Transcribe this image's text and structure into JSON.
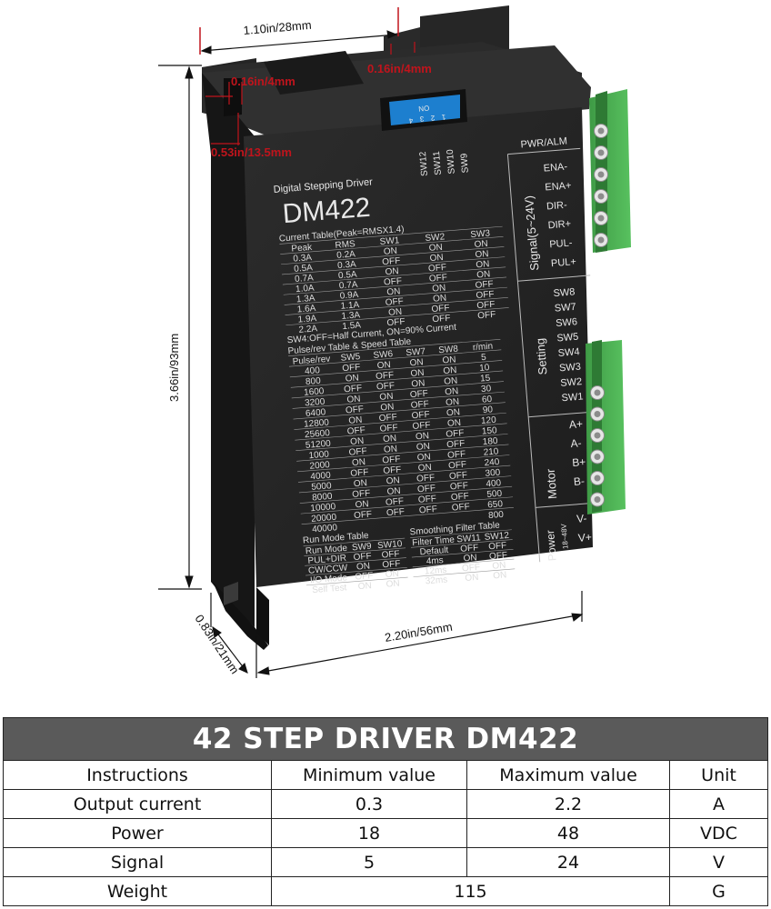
{
  "dimensions": {
    "width": "1.10in/28mm",
    "slot_top": "0.16in/4mm",
    "slot_left": "0.16in/4mm",
    "slot_depth": "0.53in/13.5mm",
    "height": "3.66in/93mm",
    "depth": "0.83in/21mm",
    "length": "2.20in/56mm"
  },
  "label": {
    "subtitle": "Digital Stepping Driver",
    "model": "DM422",
    "sw_top": [
      "SW12",
      "SW11",
      "SW10",
      "SW9"
    ],
    "current_table_title": "Current Table(Peak=RMSX1.4)",
    "current_headers": [
      "Peak",
      "RMS",
      "SW1",
      "SW2",
      "SW3"
    ],
    "current_rows": [
      [
        "0.3A",
        "0.2A",
        "ON",
        "ON",
        "ON"
      ],
      [
        "0.5A",
        "0.3A",
        "OFF",
        "ON",
        "ON"
      ],
      [
        "0.7A",
        "0.5A",
        "ON",
        "OFF",
        "ON"
      ],
      [
        "1.0A",
        "0.7A",
        "OFF",
        "OFF",
        "ON"
      ],
      [
        "1.3A",
        "0.9A",
        "ON",
        "ON",
        "OFF"
      ],
      [
        "1.6A",
        "1.1A",
        "OFF",
        "ON",
        "OFF"
      ],
      [
        "1.9A",
        "1.3A",
        "ON",
        "OFF",
        "OFF"
      ],
      [
        "2.2A",
        "1.5A",
        "OFF",
        "OFF",
        "OFF"
      ]
    ],
    "sw4_note": "SW4:OFF=Half Current, ON=90% Current",
    "pulse_table_title": "Pulse/rev Table & Speed Table",
    "pulse_headers": [
      "Pulse/rev",
      "SW5",
      "SW6",
      "SW7",
      "SW8",
      "r/min"
    ],
    "pulse_rows": [
      [
        "400",
        "OFF",
        "ON",
        "ON",
        "ON",
        "5"
      ],
      [
        "800",
        "ON",
        "OFF",
        "ON",
        "ON",
        "10"
      ],
      [
        "1600",
        "OFF",
        "OFF",
        "ON",
        "ON",
        "15"
      ],
      [
        "3200",
        "ON",
        "ON",
        "OFF",
        "ON",
        "30"
      ],
      [
        "6400",
        "OFF",
        "ON",
        "OFF",
        "ON",
        "60"
      ],
      [
        "12800",
        "ON",
        "OFF",
        "OFF",
        "ON",
        "90"
      ],
      [
        "25600",
        "OFF",
        "OFF",
        "OFF",
        "ON",
        "120"
      ],
      [
        "51200",
        "ON",
        "ON",
        "ON",
        "OFF",
        "150"
      ],
      [
        "1000",
        "OFF",
        "ON",
        "ON",
        "OFF",
        "180"
      ],
      [
        "2000",
        "ON",
        "OFF",
        "ON",
        "OFF",
        "210"
      ],
      [
        "4000",
        "OFF",
        "OFF",
        "ON",
        "OFF",
        "240"
      ],
      [
        "5000",
        "ON",
        "ON",
        "OFF",
        "OFF",
        "300"
      ],
      [
        "8000",
        "OFF",
        "ON",
        "OFF",
        "OFF",
        "400"
      ],
      [
        "10000",
        "ON",
        "OFF",
        "OFF",
        "OFF",
        "500"
      ],
      [
        "20000",
        "OFF",
        "OFF",
        "OFF",
        "OFF",
        "650"
      ],
      [
        "40000",
        "",
        "",
        "",
        "",
        "800"
      ]
    ],
    "run_title": "Run Mode Table",
    "run_headers": [
      "Run Mode",
      "SW9",
      "SW10"
    ],
    "run_rows": [
      [
        "PUL+DIR",
        "OFF",
        "OFF"
      ],
      [
        "CW/CCW",
        "ON",
        "OFF"
      ],
      [
        "I/O Mode",
        "OFF",
        "ON"
      ],
      [
        "Self Test",
        "ON",
        "ON"
      ]
    ],
    "filter_title": "Smoothing Filter Table",
    "filter_headers": [
      "Filter Time",
      "SW11",
      "SW12"
    ],
    "filter_rows": [
      [
        "Default",
        "OFF",
        "OFF"
      ],
      [
        "4ms",
        "ON",
        "OFF"
      ],
      [
        "12ms",
        "OFF",
        "ON"
      ],
      [
        "32ms",
        "ON",
        "ON"
      ]
    ],
    "pwr_alm": "PWR/ALM",
    "signal_title": "Signal(5~24V)",
    "signal_pins": [
      "ENA-",
      "ENA+",
      "DIR-",
      "DIR+",
      "PUL-",
      "PUL+"
    ],
    "setting_title": "Setting",
    "setting_pins": [
      "SW8",
      "SW7",
      "SW6",
      "SW5",
      "SW4",
      "SW3",
      "SW2",
      "SW1"
    ],
    "motor_title": "Motor",
    "motor_pins": [
      "A+",
      "A-",
      "B+",
      "B-"
    ],
    "power_title": "Power",
    "power_range": "18~48V",
    "power_pins": [
      "V-",
      "V+"
    ],
    "dip_on": "ON",
    "dip_numbers": [
      "1",
      "2",
      "3",
      "4"
    ]
  },
  "spec_table": {
    "title": "42 STEP DRIVER DM422",
    "headers": [
      "Instructions",
      "Minimum value",
      "Maximum value",
      "Unit"
    ],
    "rows": [
      {
        "name": "Output current",
        "min": "0.3",
        "max": "2.2",
        "unit": "A"
      },
      {
        "name": "Power",
        "min": "18",
        "max": "48",
        "unit": "VDC"
      },
      {
        "name": "Signal",
        "min": "5",
        "max": "24",
        "unit": "V"
      }
    ],
    "weight": {
      "name": "Weight",
      "value": "115",
      "unit": "G"
    }
  }
}
